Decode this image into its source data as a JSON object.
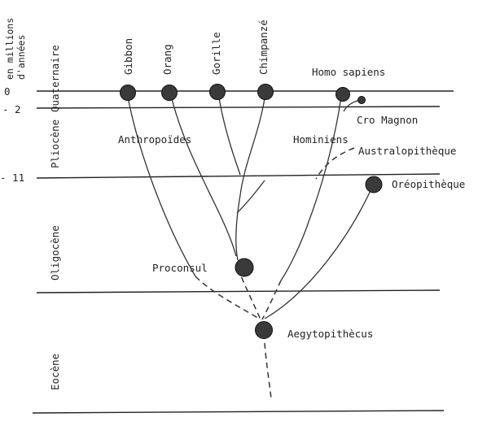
{
  "axis": {
    "title_line1": "en millions",
    "title_line2": "d'années",
    "ticks": [
      "0",
      "- 2",
      "- 11"
    ]
  },
  "epochs": [
    "Quaternaire",
    "Pliocène",
    "Oligocène",
    "Eocène"
  ],
  "taxa_top": [
    "Gibbon",
    "Orang",
    "Gorille",
    "Chimpanzé"
  ],
  "labels": {
    "homo_sapiens": "Homo sapiens",
    "cro_magnon": "Cro Magnon",
    "anthropoides": "Anthropoïdes",
    "hominiens": "Hominiens",
    "australopitheque": "Australopithèque",
    "oreopitheque": "Oréopithèque",
    "proconsul": "Proconsul",
    "aegytopithecus": "Aegytopithècus"
  }
}
